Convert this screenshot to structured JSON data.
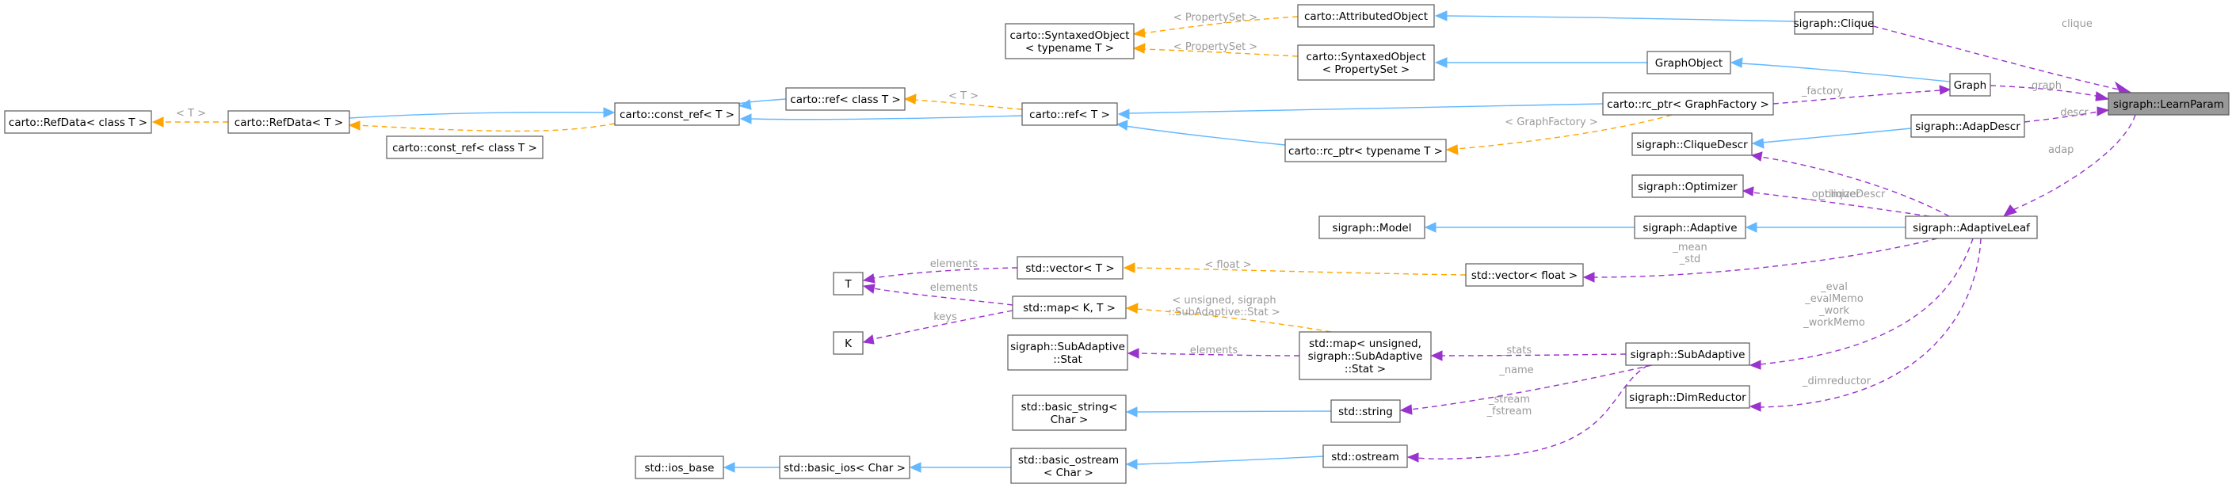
{
  "diagram": {
    "root": "sigraph::LearnParam",
    "nodes": {
      "learnparam": [
        "sigraph::LearnParam"
      ],
      "clique": [
        "sigraph::Clique"
      ],
      "attributedobject": [
        "carto::AttributedObject"
      ],
      "syntaxedobject_t": [
        "carto::SyntaxedObject",
        "< typename T >"
      ],
      "syntaxedobject_ps": [
        "carto::SyntaxedObject",
        "< PropertySet >"
      ],
      "graphobject": [
        "GraphObject"
      ],
      "graph": [
        "Graph"
      ],
      "refdata_class": [
        "carto::RefData< class T >"
      ],
      "refdata_t": [
        "carto::RefData< T >"
      ],
      "constref_t": [
        "carto::const_ref< T >"
      ],
      "ref_class": [
        "carto::ref< class T >"
      ],
      "constref_class": [
        "carto::const_ref< class T >"
      ],
      "ref_t": [
        "carto::ref< T >"
      ],
      "rcptr_graphfactory": [
        "carto::rc_ptr< GraphFactory >"
      ],
      "rcptr_typename": [
        "carto::rc_ptr< typename T >"
      ],
      "adapdescr": [
        "sigraph::AdapDescr"
      ],
      "cliquedescr": [
        "sigraph::CliqueDescr"
      ],
      "optimizer": [
        "sigraph::Optimizer"
      ],
      "model": [
        "sigraph::Model"
      ],
      "adaptive": [
        "sigraph::Adaptive"
      ],
      "adaptiveleaf": [
        "sigraph::AdaptiveLeaf"
      ],
      "t": [
        "T"
      ],
      "k": [
        "K"
      ],
      "vector_t": [
        "std::vector< T >"
      ],
      "vector_float": [
        "std::vector< float >"
      ],
      "map_kt": [
        "std::map< K, T >"
      ],
      "subadaptive_stat": [
        "sigraph::SubAdaptive",
        "::Stat"
      ],
      "map_unsigned": [
        "std::map< unsigned,",
        "sigraph::SubAdaptive",
        "::Stat >"
      ],
      "subadaptive": [
        "sigraph::SubAdaptive"
      ],
      "dimreductor": [
        "sigraph::DimReductor"
      ],
      "basic_string": [
        "std::basic_string<",
        "Char >"
      ],
      "string": [
        "std::string"
      ],
      "ios_base": [
        "std::ios_base"
      ],
      "basic_ios": [
        "std::basic_ios< Char >"
      ],
      "basic_ostream": [
        "std::basic_ostream",
        "< Char >"
      ],
      "ostream": [
        "std::ostream"
      ]
    },
    "edges": [
      {
        "id": "clique-to-learnparam",
        "kind": "use",
        "label": [
          "clique"
        ]
      },
      {
        "id": "graph-to-learnparam",
        "kind": "use",
        "label": [
          "graph"
        ]
      },
      {
        "id": "adapdescr-to-learnparam",
        "kind": "use",
        "label": [
          "descr"
        ]
      },
      {
        "id": "adaptiveleaf-to-learnparam",
        "kind": "use",
        "label": [
          "adap"
        ]
      },
      {
        "id": "attributedobject-to-clique",
        "kind": "inherit",
        "label": []
      },
      {
        "id": "syntaxedobject-t-to-attributedobject",
        "kind": "template",
        "label": [
          "< PropertySet >"
        ]
      },
      {
        "id": "syntaxedobject-t-to-syntaxedobject-ps",
        "kind": "template",
        "label": [
          "< PropertySet >"
        ]
      },
      {
        "id": "syntaxedobject-ps-to-graphobject",
        "kind": "inherit",
        "label": []
      },
      {
        "id": "graphobject-to-graph",
        "kind": "inherit",
        "label": []
      },
      {
        "id": "rcptr-graphfactory-to-graph",
        "kind": "use",
        "label": [
          "_factory"
        ]
      },
      {
        "id": "refdata-class-to-refdata-t",
        "kind": "template",
        "label": [
          "< T >"
        ]
      },
      {
        "id": "refdata-t-to-constref-t",
        "kind": "inherit",
        "label": []
      },
      {
        "id": "constref-class-to-constref-t",
        "kind": "template",
        "label": [
          "< T >"
        ]
      },
      {
        "id": "constref-t-to-ref-class",
        "kind": "inherit",
        "label": []
      },
      {
        "id": "ref-class-to-ref-t",
        "kind": "template",
        "label": [
          "< T >"
        ]
      },
      {
        "id": "constref-t-to-ref-t",
        "kind": "inherit",
        "label": []
      },
      {
        "id": "ref-t-to-rcptr-graphfactory",
        "kind": "inherit",
        "label": []
      },
      {
        "id": "ref-t-to-rcptr-typename",
        "kind": "inherit",
        "label": []
      },
      {
        "id": "rcptr-typename-to-rcptr-graphfactory",
        "kind": "template",
        "label": [
          "< GraphFactory >"
        ]
      },
      {
        "id": "cliquedescr-to-adapdescr",
        "kind": "inherit",
        "label": []
      },
      {
        "id": "cliquedescr-to-adaptiveleaf",
        "kind": "use",
        "label": [
          "_cliqueDescr"
        ]
      },
      {
        "id": "optimizer-to-adaptiveleaf",
        "kind": "use",
        "label": [
          "_optimizer"
        ]
      },
      {
        "id": "model-to-adaptive",
        "kind": "inherit",
        "label": []
      },
      {
        "id": "adaptive-to-adaptiveleaf",
        "kind": "inherit",
        "label": []
      },
      {
        "id": "vector-float-to-adaptiveleaf",
        "kind": "use",
        "label": [
          "_mean",
          "_std"
        ]
      },
      {
        "id": "subadaptive-to-adaptiveleaf",
        "kind": "use",
        "label": [
          "_eval",
          "_evalMemo",
          "_work",
          "_workMemo"
        ]
      },
      {
        "id": "dimreductor-to-adaptiveleaf",
        "kind": "use",
        "label": [
          "_dimreductor"
        ]
      },
      {
        "id": "t-to-vector-t",
        "kind": "use",
        "label": [
          "elements"
        ]
      },
      {
        "id": "t-to-map-kt",
        "kind": "use",
        "label": [
          "elements"
        ]
      },
      {
        "id": "k-to-map-kt",
        "kind": "use",
        "label": [
          "keys"
        ]
      },
      {
        "id": "vector-t-to-vector-float",
        "kind": "template",
        "label": [
          "< float >"
        ]
      },
      {
        "id": "map-kt-to-map-unsigned",
        "kind": "template",
        "label": [
          "< unsigned, sigraph",
          "::SubAdaptive::Stat >"
        ]
      },
      {
        "id": "subadaptive-stat-to-map-unsigned",
        "kind": "use",
        "label": [
          "elements"
        ]
      },
      {
        "id": "map-unsigned-to-subadaptive",
        "kind": "use",
        "label": [
          "_stats"
        ]
      },
      {
        "id": "string-to-subadaptive",
        "kind": "use",
        "label": [
          "_name"
        ]
      },
      {
        "id": "ostream-to-subadaptive",
        "kind": "use",
        "label": [
          "_stream",
          "_fstream"
        ]
      },
      {
        "id": "basic-string-to-string",
        "kind": "inherit",
        "label": []
      },
      {
        "id": "ios-base-to-basic-ios",
        "kind": "inherit",
        "label": []
      },
      {
        "id": "basic-ios-to-basic-ostream",
        "kind": "inherit",
        "label": []
      },
      {
        "id": "basic-ostream-to-ostream",
        "kind": "inherit",
        "label": []
      }
    ],
    "colors": {
      "inherit": "#63b8ff",
      "template": "#ffa500",
      "use": "#9a32cd",
      "root_fill": "#999999",
      "label_text": "#9a9a9a"
    }
  }
}
